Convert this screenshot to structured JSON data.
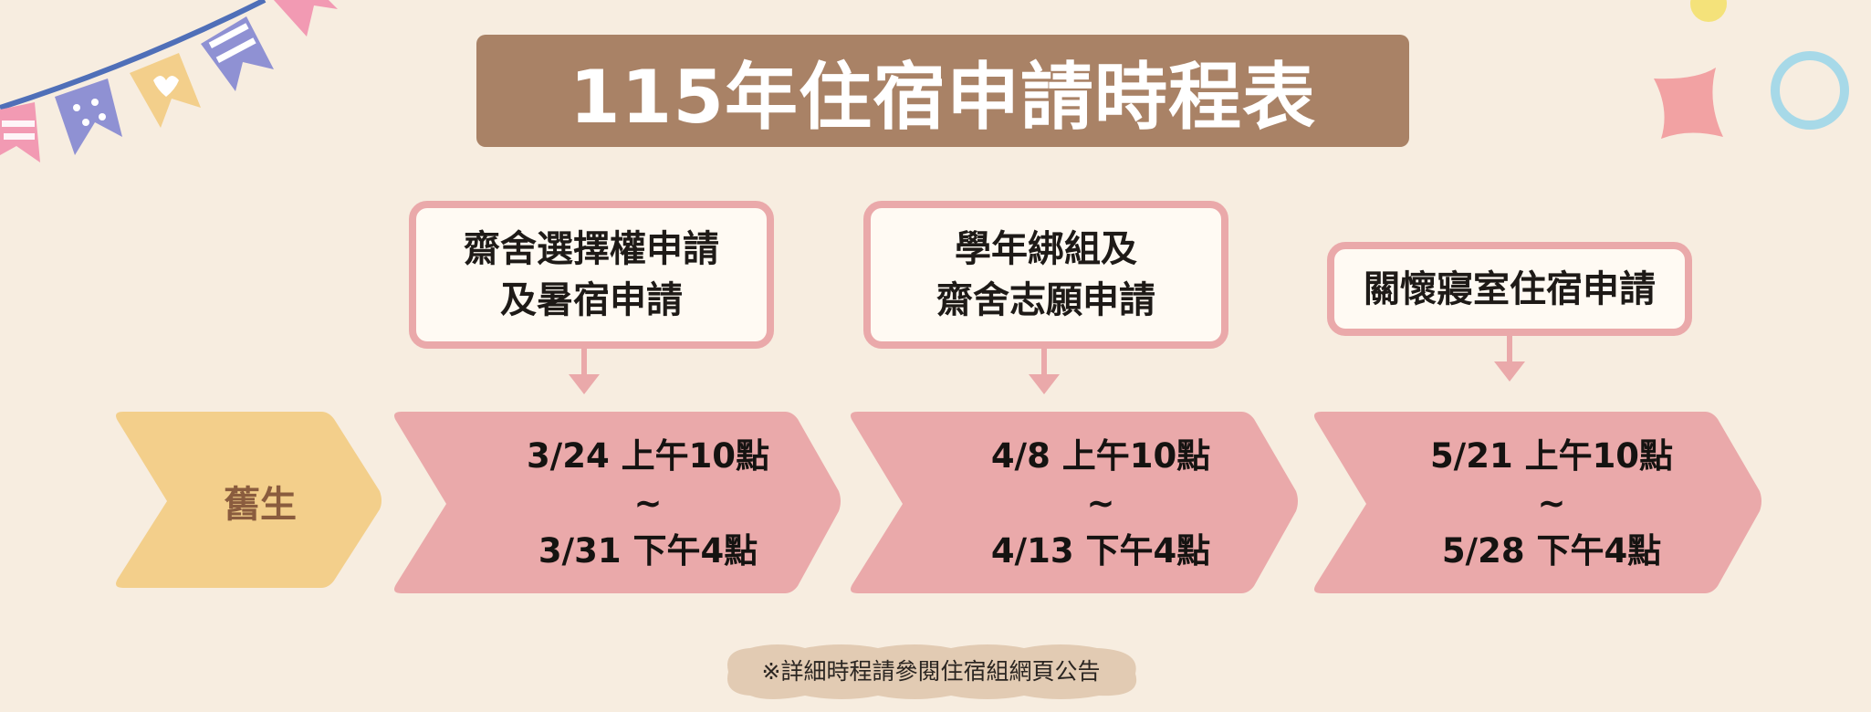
{
  "title": "115年住宿申請時程表",
  "group_label": "舊生",
  "steps": [
    {
      "callout_lines": [
        "齋舍選擇權申請",
        "及暑宿申請"
      ],
      "start": "3/24  上午10點",
      "separator": "~",
      "end": "3/31  下午4點"
    },
    {
      "callout_lines": [
        "學年綁組及",
        "齋舍志願申請"
      ],
      "start": "4/8 上午10點",
      "separator": "~",
      "end": "4/13 下午4點"
    },
    {
      "callout_lines": [
        "關懷寢室住宿申請"
      ],
      "start": "5/21 上午10點",
      "separator": "~",
      "end": "5/28 下午4點"
    }
  ],
  "footnote": "※詳細時程請參閱住宿組網頁公告",
  "colors": {
    "background": "#f7ede0",
    "title_bg": "#a98266",
    "chevron_pink": "#eaa9aa",
    "chevron_yellow": "#f3cf8b",
    "callout_border": "#eaa9aa",
    "note_bg": "#e2cbb3"
  },
  "decorations": [
    "bunting-flags",
    "pink-star-icon",
    "blue-ring-icon",
    "yellow-dot-icon"
  ]
}
